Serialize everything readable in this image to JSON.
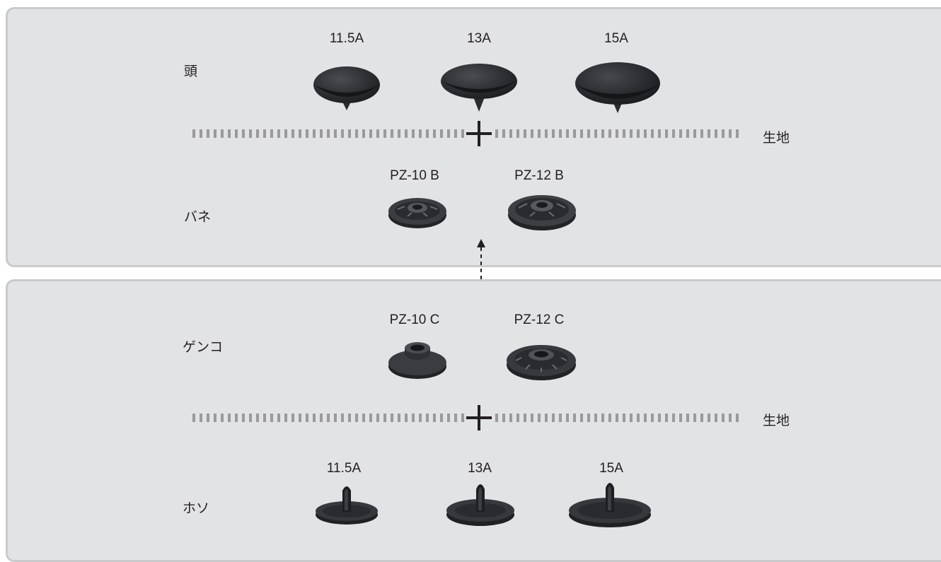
{
  "colors": {
    "panel_bg": "#e2e3e5",
    "panel_border": "#c9cacc",
    "part_color": "#2a2b2d",
    "text": "#231f20"
  },
  "top_panel": {
    "head": {
      "label": "頭",
      "sizes": [
        "11.5A",
        "13A",
        "15A"
      ]
    },
    "fabric_label": "生地",
    "spring": {
      "label": "バネ",
      "models": [
        "PZ-10 B",
        "PZ-12 B"
      ]
    }
  },
  "bottom_panel": {
    "socket": {
      "label": "ゲンコ",
      "models": [
        "PZ-10 C",
        "PZ-12 C"
      ]
    },
    "fabric_label": "生地",
    "stud": {
      "label": "ホソ",
      "sizes": [
        "11.5A",
        "13A",
        "15A"
      ]
    }
  }
}
